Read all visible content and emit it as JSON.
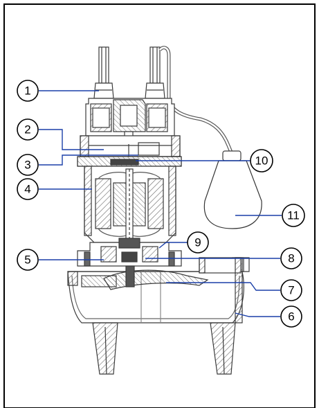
{
  "colors": {
    "frame": "#000000",
    "line": "#3a3a3a",
    "hatch": "#6a6a6a",
    "shade": "#d8d8d8",
    "leader": "#1a3fa8",
    "background": "#ffffff"
  },
  "callouts": [
    {
      "id": "c1",
      "label": "1"
    },
    {
      "id": "c2",
      "label": "2"
    },
    {
      "id": "c3",
      "label": "3"
    },
    {
      "id": "c4",
      "label": "4"
    },
    {
      "id": "c5",
      "label": "5"
    },
    {
      "id": "c6",
      "label": "6"
    },
    {
      "id": "c7",
      "label": "7"
    },
    {
      "id": "c8",
      "label": "8"
    },
    {
      "id": "c9",
      "label": "9"
    },
    {
      "id": "c10",
      "label": "10"
    },
    {
      "id": "c11",
      "label": "11"
    }
  ]
}
